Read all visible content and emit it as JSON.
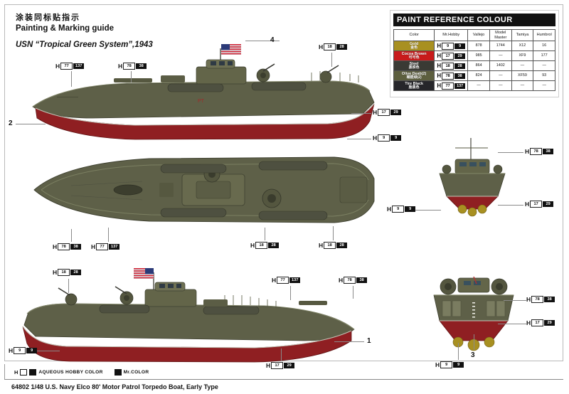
{
  "document": {
    "heading_cn": "涂装同标贴指示",
    "heading_en": "Painting & Marking guide",
    "scheme": "USN “Tropical Green System”,1943",
    "kit_line": "64802 1/48 U.S. Navy Elco 80' Motor Patrol Torpedo Boat, Early Type"
  },
  "legend": {
    "aqueous_mark": "H",
    "aqueous_label": "AQUEOUS HOBBY COLOR",
    "mrcolor_label": "Mr.COLOR"
  },
  "paint_table": {
    "title": "PAINT  REFERENCE COLOUR",
    "headers": [
      "Color",
      "Mr.Hobby",
      "Vallejo",
      "Model Master",
      "Tamiya",
      "Humbrol"
    ],
    "rows": [
      {
        "name_en": "Gold",
        "name_cn": "金色",
        "swatch": "#a89021",
        "hobby_white": "9",
        "hobby_black": "9",
        "vallejo": "878",
        "model_master": "1744",
        "tamiya": "X12",
        "humbrol": "16"
      },
      {
        "name_en": "Cocoa Brown",
        "name_cn": "可可色",
        "swatch": "#c81b1b",
        "hobby_white": "17",
        "hobby_black": "29",
        "vallejo": "985",
        "model_master": "—",
        "tamiya": "XF9",
        "humbrol": "177"
      },
      {
        "name_en": "Steel",
        "name_cn": "黑铁色",
        "swatch": "#3a3a34",
        "hobby_white": "18",
        "hobby_black": "28",
        "vallejo": "864",
        "model_master": "1402",
        "tamiya": "—",
        "humbrol": "—"
      },
      {
        "name_en": "Olive Deab(2)",
        "name_cn": "橄榄绿(2)",
        "swatch": "#5d5f3f",
        "hobby_white": "78",
        "hobby_black": "38",
        "vallejo": "824",
        "model_master": "—",
        "tamiya": "XF59",
        "humbrol": "93"
      },
      {
        "name_en": "Tire Black",
        "name_cn": "胎黑色",
        "swatch": "#26262a",
        "hobby_white": "77",
        "hobby_black": "137",
        "vallejo": "—",
        "model_master": "—",
        "tamiya": "—",
        "humbrol": "—"
      }
    ]
  },
  "callouts": {
    "h": "H",
    "t1": {
      "w": "77",
      "b": "137"
    },
    "t2": {
      "w": "78",
      "b": "38"
    },
    "t3": {
      "w": "18",
      "b": "28"
    },
    "t4": {
      "w": "17",
      "b": "29"
    },
    "t5": {
      "w": "9",
      "b": "9"
    },
    "t6": {
      "w": "78",
      "b": "38"
    },
    "t7": {
      "w": "77",
      "b": "137"
    },
    "t8": {
      "w": "18",
      "b": "28"
    },
    "t9": {
      "w": "18",
      "b": "28"
    },
    "t10": {
      "w": "18",
      "b": "28"
    },
    "t11": {
      "w": "77",
      "b": "137"
    },
    "t12": {
      "w": "78",
      "b": "38"
    },
    "t13": {
      "w": "9",
      "b": "9"
    },
    "t14": {
      "w": "17",
      "b": "29"
    },
    "t15": {
      "w": "78",
      "b": "38"
    },
    "t16": {
      "w": "17",
      "b": "29"
    },
    "t17": {
      "w": "9",
      "b": "9"
    },
    "t18": {
      "w": "78",
      "b": "38"
    },
    "t19": {
      "w": "17",
      "b": "29"
    },
    "t20": {
      "w": "9",
      "b": "9"
    }
  },
  "markers": {
    "m1": "1",
    "m2": "2",
    "m3": "3",
    "m4": "4"
  },
  "colors": {
    "hull_green": "#5e6048",
    "hull_green_dark": "#494b37",
    "hull_green_light": "#767a5d",
    "hull_red": "#8f1f22",
    "hull_red_dark": "#6e1718",
    "deck_green": "#5a5c44",
    "metal": "#3a3a34",
    "gold": "#a89021"
  }
}
